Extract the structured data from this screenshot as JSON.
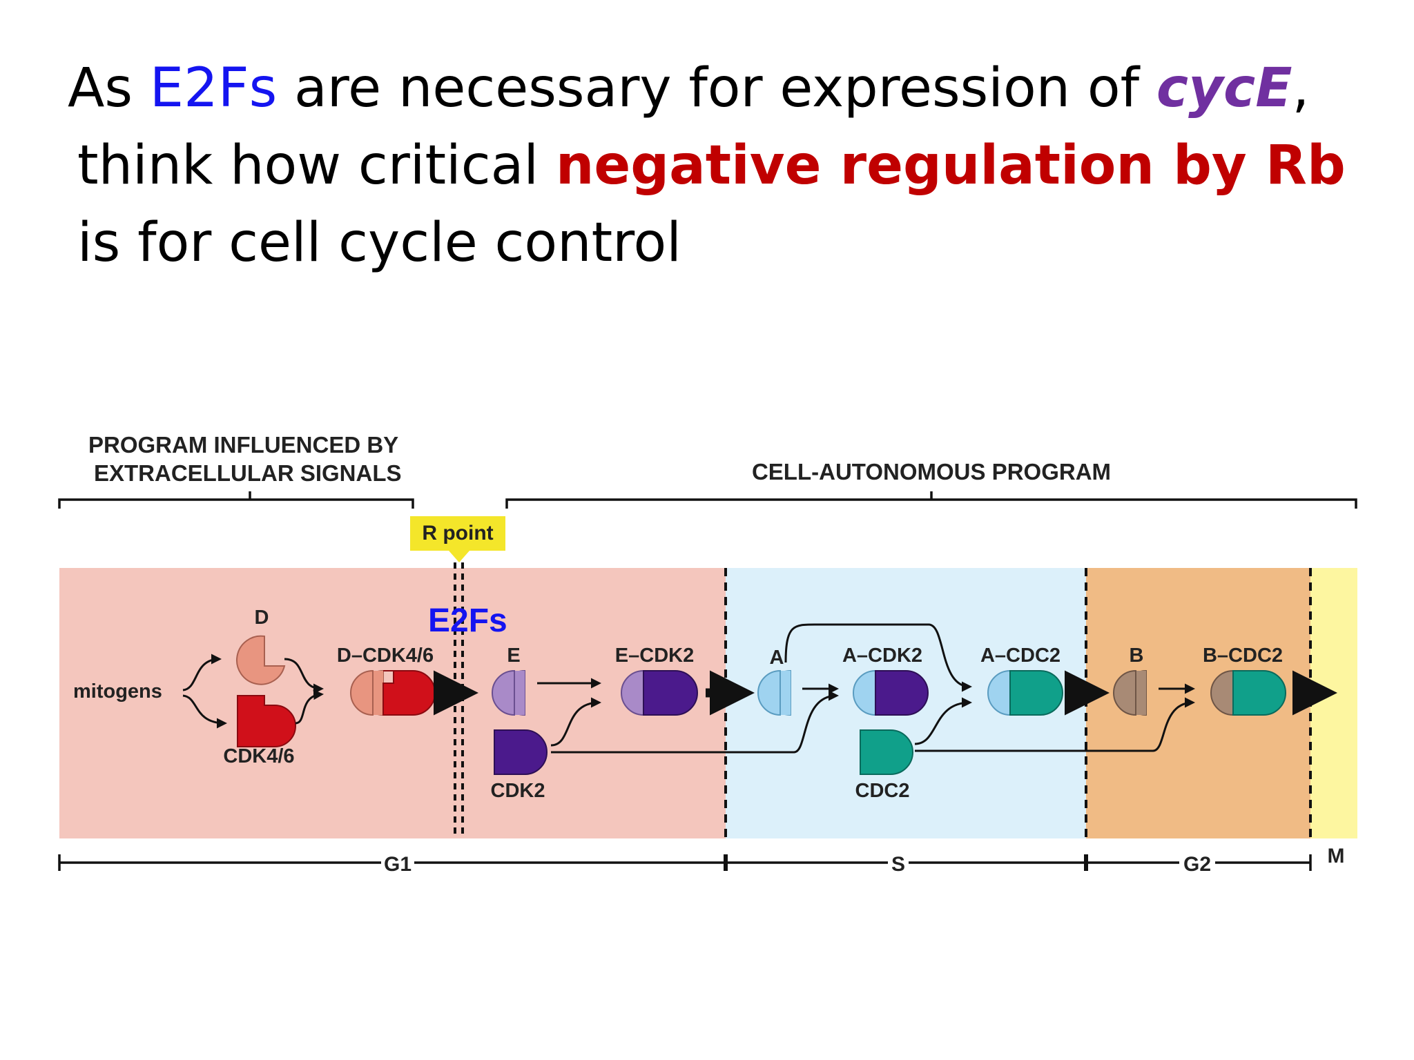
{
  "heading": {
    "line1_prefix": "As ",
    "line1_e2fs": "E2Fs",
    "line1_mid": " are necessary for expression of ",
    "line1_cyce": "cycE",
    "line1_suffix": ",",
    "line2_prefix": "think how critical ",
    "line2_highlight": "negative regulation by Rb",
    "line3": "is for cell cycle control"
  },
  "diagram": {
    "left_program_line1": "PROGRAM INFLUENCED BY",
    "left_program_line2": "EXTRACELLULAR SIGNALS",
    "right_program": "CELL-AUTONOMOUS PROGRAM",
    "r_point": "R point",
    "e2fs_overlay": "E2Fs",
    "mitogens": "mitogens",
    "d": "D",
    "cdk46": "CDK4/6",
    "d_cdk46": "D–CDK4/6",
    "e": "E",
    "cdk2": "CDK2",
    "e_cdk2": "E–CDK2",
    "a": "A",
    "a_cdk2": "A–CDK2",
    "a_cdc2": "A–CDC2",
    "cdc2": "CDC2",
    "b": "B",
    "b_cdc2": "B–CDC2",
    "phase_g1": "G1",
    "phase_s": "S",
    "phase_g2": "G2",
    "phase_m": "M"
  },
  "colors": {
    "g1_band": "#f4c6bd",
    "s_band": "#dcf0fa",
    "g2_band": "#f0bb85",
    "m_band": "#fdf6a0",
    "cyclin_d": "#e89580",
    "cdk46": "#d0101a",
    "cyclin_e": "#a98ac8",
    "cdk2": "#4b1a8c",
    "cyclin_a": "#9fd3f0",
    "cdc2": "#10a08a",
    "cyclin_b": "#a88a75",
    "r_point": "#f4e62a",
    "e2fs_text": "#1414f0",
    "highlight_red": "#c00000",
    "highlight_purple": "#7030a0"
  }
}
